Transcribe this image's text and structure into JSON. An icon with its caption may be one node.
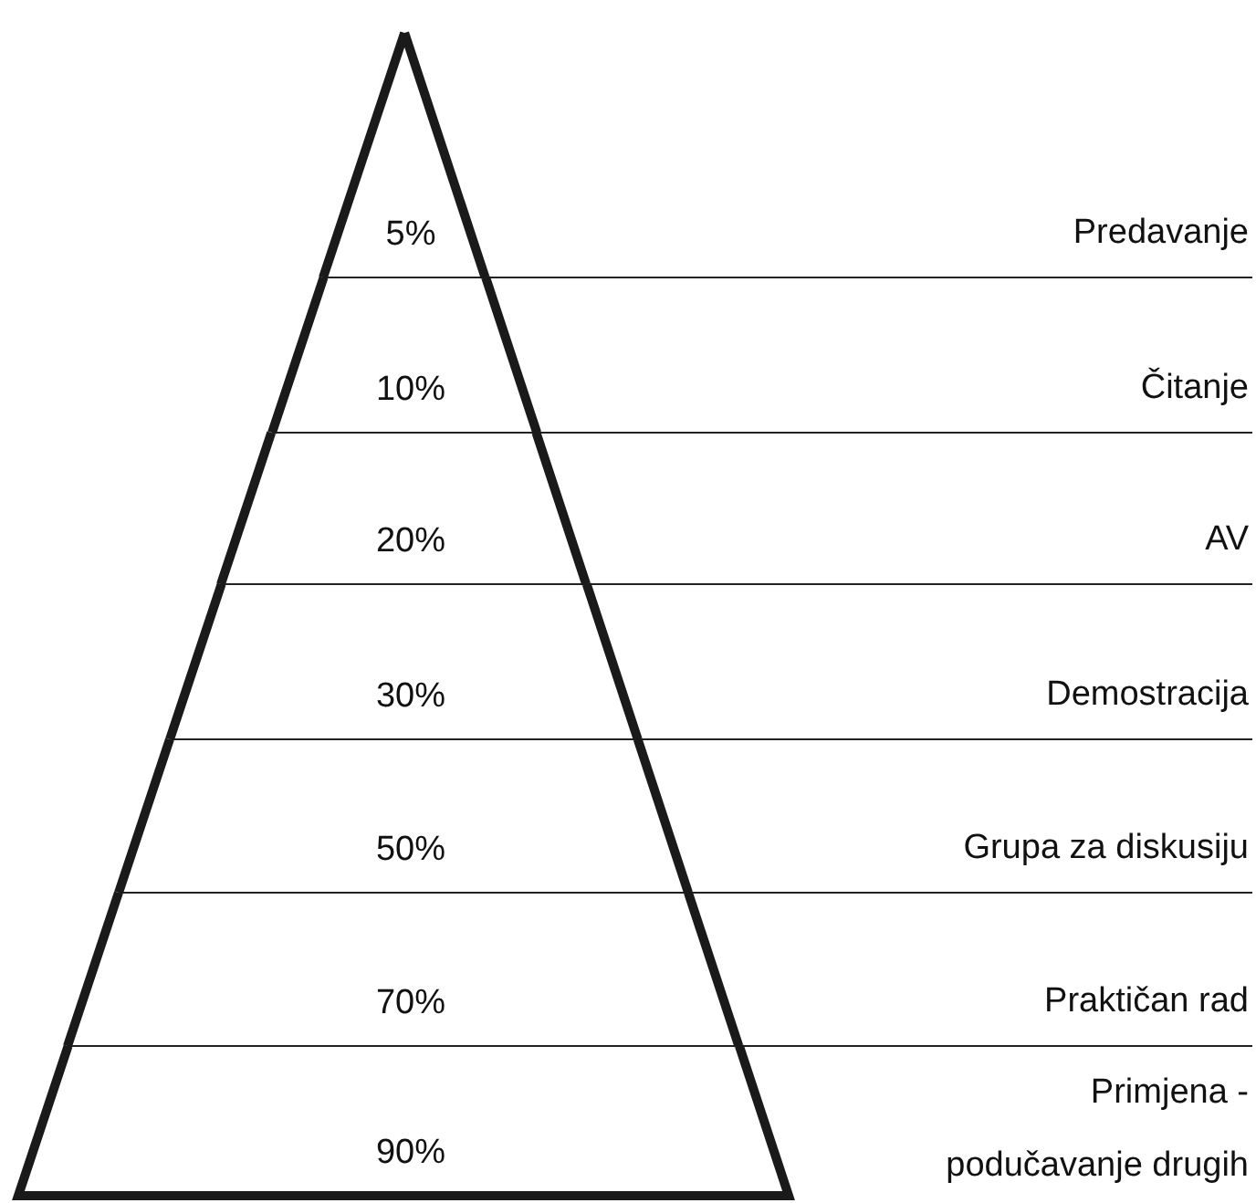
{
  "diagram": {
    "nodes": [
      {
        "text": [
          "5%"
        ]
      },
      {
        "text": [
          "10%"
        ]
      },
      {
        "text": [
          "20%"
        ]
      },
      {
        "text": [
          "30%"
        ]
      },
      {
        "text": [
          "50%"
        ]
      },
      {
        "text": [
          "70%"
        ]
      },
      {
        "text": [
          "90%"
        ]
      }
    ],
    "labels": [
      "Predavanje",
      "Čitanje",
      "AV",
      "Demostracija",
      "Grupa za diskusiju",
      "Praktičan rad",
      "Primjena - podučavanje drugih"
    ]
  }
}
